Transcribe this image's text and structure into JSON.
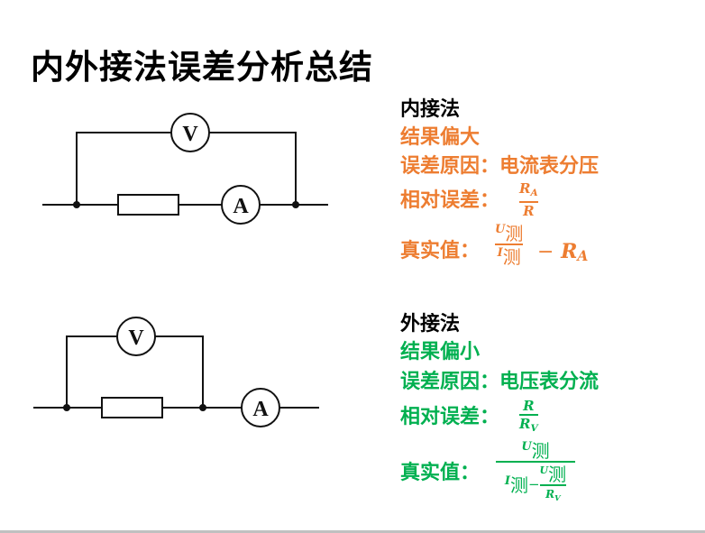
{
  "page": {
    "title": "内外接法误差分析总结"
  },
  "meters": {
    "voltmeter": "V",
    "ammeter": "A"
  },
  "inner": {
    "heading": "内接法",
    "result": "结果偏大",
    "cause": "误差原因：电流表分压",
    "rel_error_label": "相对误差：",
    "rel_error_num": "R",
    "rel_error_num_sub": "A",
    "rel_error_den": "R",
    "true_value_label": "真实值：",
    "tv_num_var": "U",
    "tv_num_sub": "测",
    "tv_den_var": "I",
    "tv_den_sub": "测",
    "tv_minus": "−",
    "tv_tail_var": "R",
    "tv_tail_sub": "A",
    "color": "#ed7d31"
  },
  "outer": {
    "heading": "外接法",
    "result": "结果偏小",
    "cause": "误差原因：电压表分流",
    "rel_error_label": "相对误差：",
    "rel_error_num": "R",
    "rel_error_den": "R",
    "rel_error_den_sub": "V",
    "true_value_label": "真实值：",
    "tv_num_var": "U",
    "tv_num_sub": "测",
    "tv_den_i_var": "I",
    "tv_den_i_sub": "测",
    "tv_den_minus": "−",
    "tv_inner_num_var": "U",
    "tv_inner_num_sub": "测",
    "tv_inner_den_var": "R",
    "tv_inner_den_sub": "V",
    "color": "#00b050"
  }
}
